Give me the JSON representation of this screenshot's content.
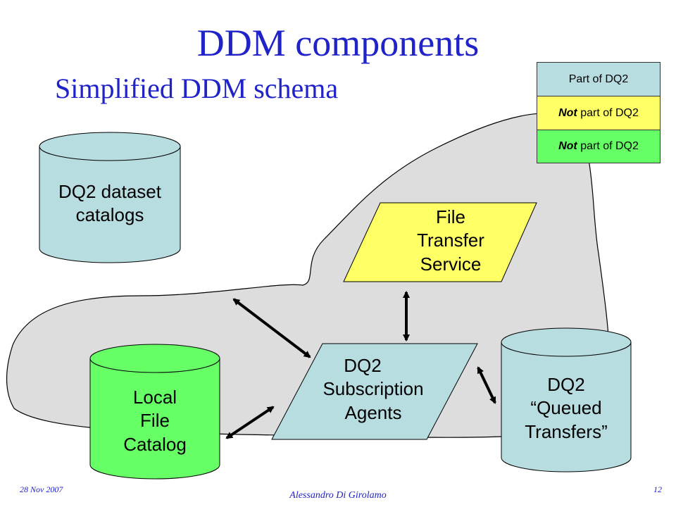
{
  "title": "DDM components",
  "subtitle": "Simplified DDM schema",
  "legend": [
    {
      "emphasis": "",
      "text": "Part of DQ2",
      "color": "#b7dde1"
    },
    {
      "emphasis": "Not",
      "text": " part of DQ2",
      "color": "#ffff66"
    },
    {
      "emphasis": "Not",
      "text": " part of DQ2",
      "color": "#66ff66"
    }
  ],
  "nodes": {
    "dataset_catalogs": {
      "label_line1": "DQ2 dataset",
      "label_line2": "catalogs",
      "color": "#b7dde1"
    },
    "file_transfer_service": {
      "label_line1": "File",
      "label_line2": "Transfer",
      "label_line3": "Service",
      "color": "#ffff66"
    },
    "subscription_agents": {
      "label_line1": "DQ2",
      "label_line2": "Subscription",
      "label_line3": "Agents",
      "color": "#b7dde1"
    },
    "local_file_catalog": {
      "label_line1": "Local",
      "label_line2": "File",
      "label_line3": "Catalog",
      "color": "#66ff66"
    },
    "queued_transfers": {
      "label_line1": "DQ2",
      "label_line2": "“Queued",
      "label_line3": "Transfers”",
      "color": "#b7dde1"
    }
  },
  "site_region_color": "#dddddd",
  "footer": {
    "date": "28 Nov 2007",
    "author": "Alessandro Di Girolamo",
    "page": "12"
  }
}
